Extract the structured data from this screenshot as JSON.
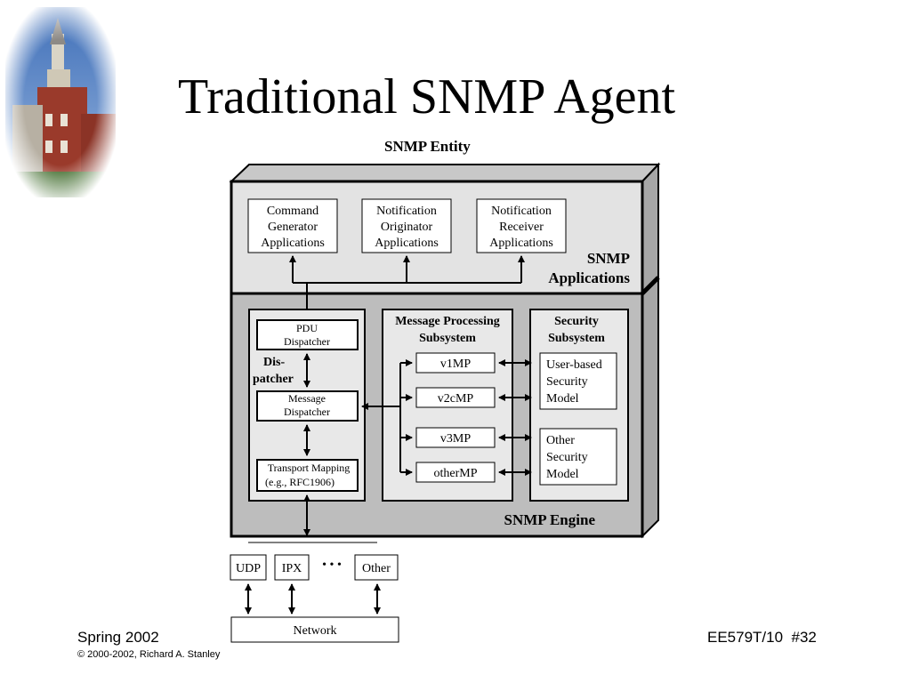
{
  "slide": {
    "title": "Traditional SNMP Agent",
    "footer_left": "Spring 2002",
    "footer_copyright": "© 2000-2002, Richard A. Stanley",
    "footer_course": "EE579T/10",
    "footer_page": "#32"
  },
  "logo": {
    "icon": "building-tower-photo"
  },
  "diagram": {
    "entity_label": "SNMP Entity",
    "applications_label": [
      "SNMP",
      "Applications"
    ],
    "engine_label": "SNMP Engine",
    "applications": [
      {
        "lines": [
          "Command",
          "Generator",
          "Applications"
        ]
      },
      {
        "lines": [
          "Notification",
          "Originator",
          "Applications"
        ]
      },
      {
        "lines": [
          "Notification",
          "Receiver",
          "Applications"
        ]
      }
    ],
    "dispatcher": {
      "label": [
        "Dis-",
        "patcher"
      ],
      "pdu": [
        "PDU",
        "Dispatcher"
      ],
      "message": [
        "Message",
        "Dispatcher"
      ],
      "transport": [
        "Transport Mapping",
        "(e.g., RFC1906)"
      ]
    },
    "message_processing": {
      "title": [
        "Message Processing",
        "Subsystem"
      ],
      "models": [
        "v1MP",
        "v2cMP",
        "v3MP",
        "otherMP"
      ]
    },
    "security": {
      "title": [
        "Security",
        "Subsystem"
      ],
      "models": [
        [
          "User-based",
          "Security",
          "Model"
        ],
        [
          "Other",
          "Security",
          "Model"
        ]
      ]
    },
    "transports": [
      "UDP",
      "IPX",
      "Other"
    ],
    "ellipsis": "• • •",
    "network": "Network"
  },
  "colors": {
    "app_band": "#e3e3e3",
    "engine_band": "#bdbdbd",
    "cube_top": "#c8c8c8",
    "cube_side": "#a6a6a6",
    "subsystem": "#e8e8e8",
    "box": "#ffffff"
  }
}
